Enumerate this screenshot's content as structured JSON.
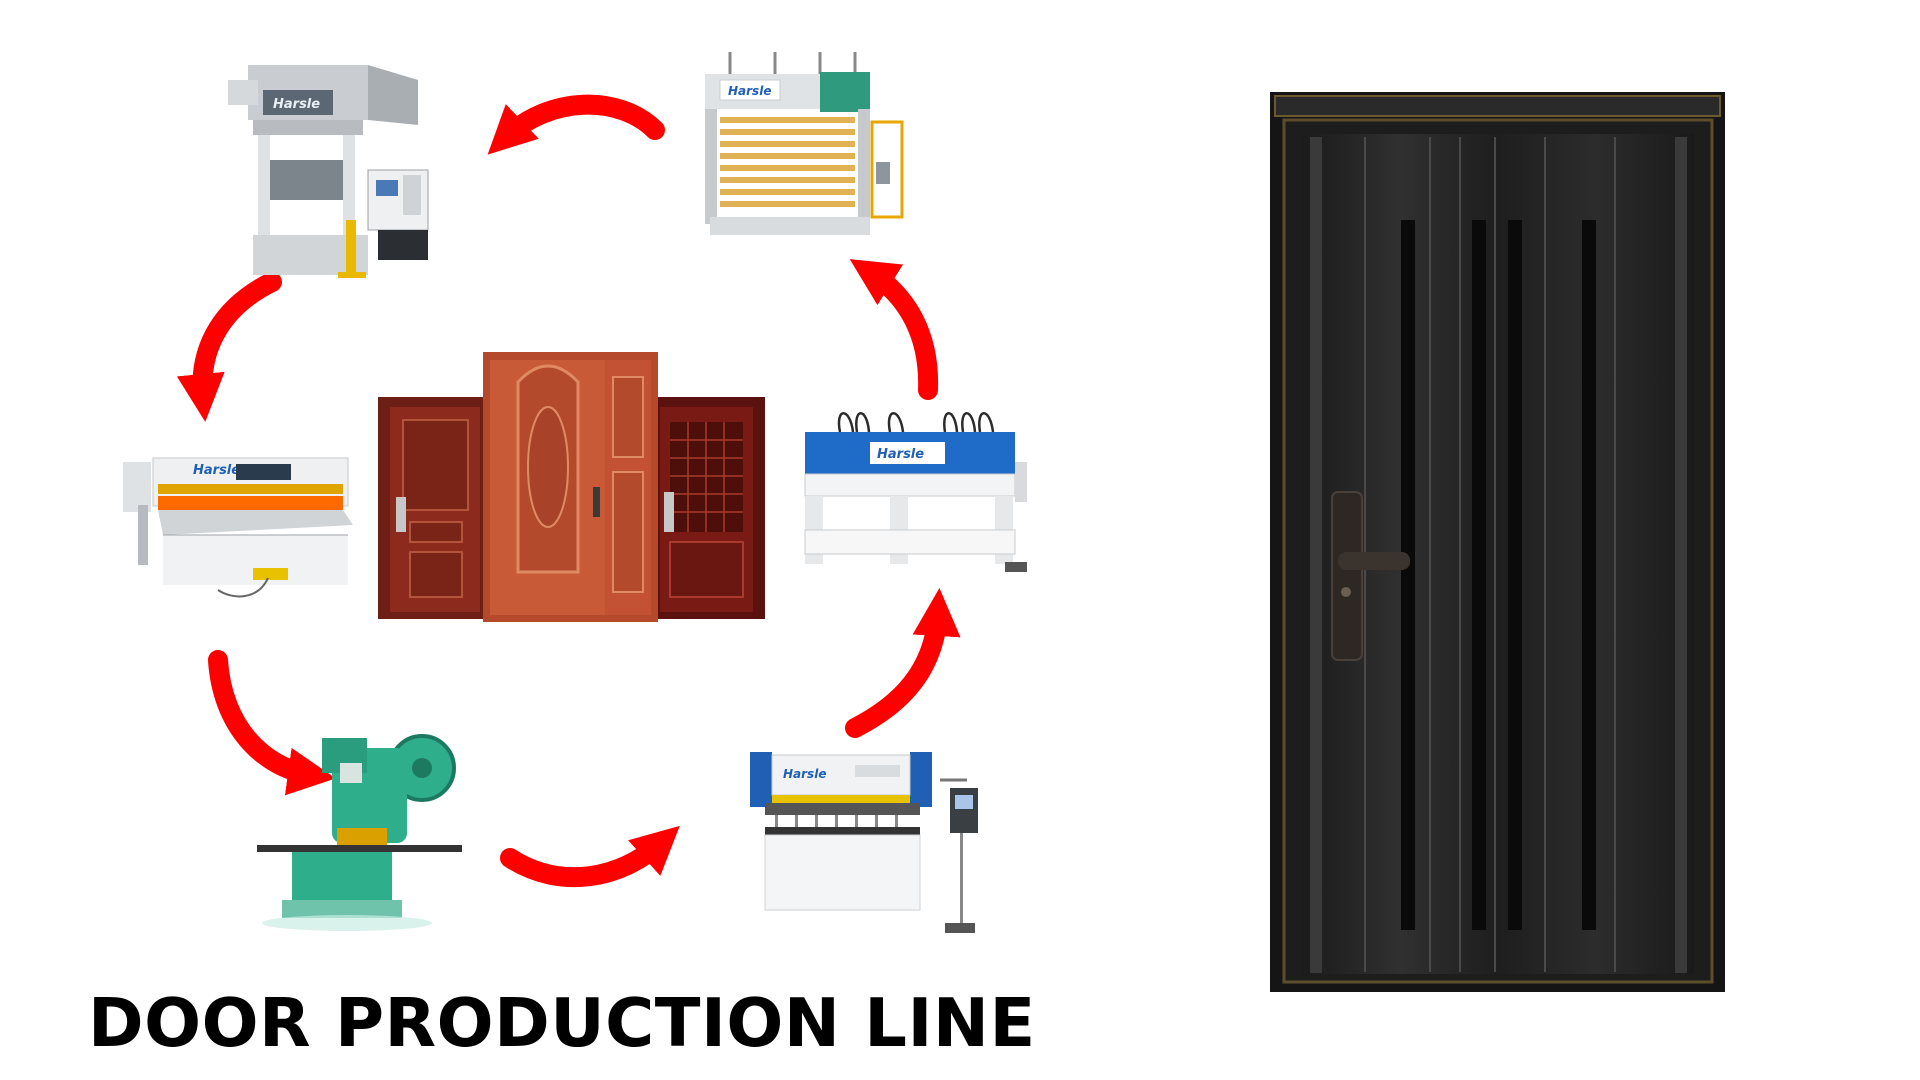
{
  "title": "DOOR PRODUCTION LINE",
  "brand_label": "Harsle",
  "accent_arrow_color": "#ff0000",
  "process_sequence": [
    "hot-press-machine",
    "hydraulic-press-machine",
    "shearing-machine",
    "punching-machine",
    "press-brake-machine",
    "door-frame-press-machine"
  ],
  "center_products": [
    "steel-door-single",
    "steel-door-double",
    "steel-door-security"
  ],
  "featured_product": "black-steel-door"
}
